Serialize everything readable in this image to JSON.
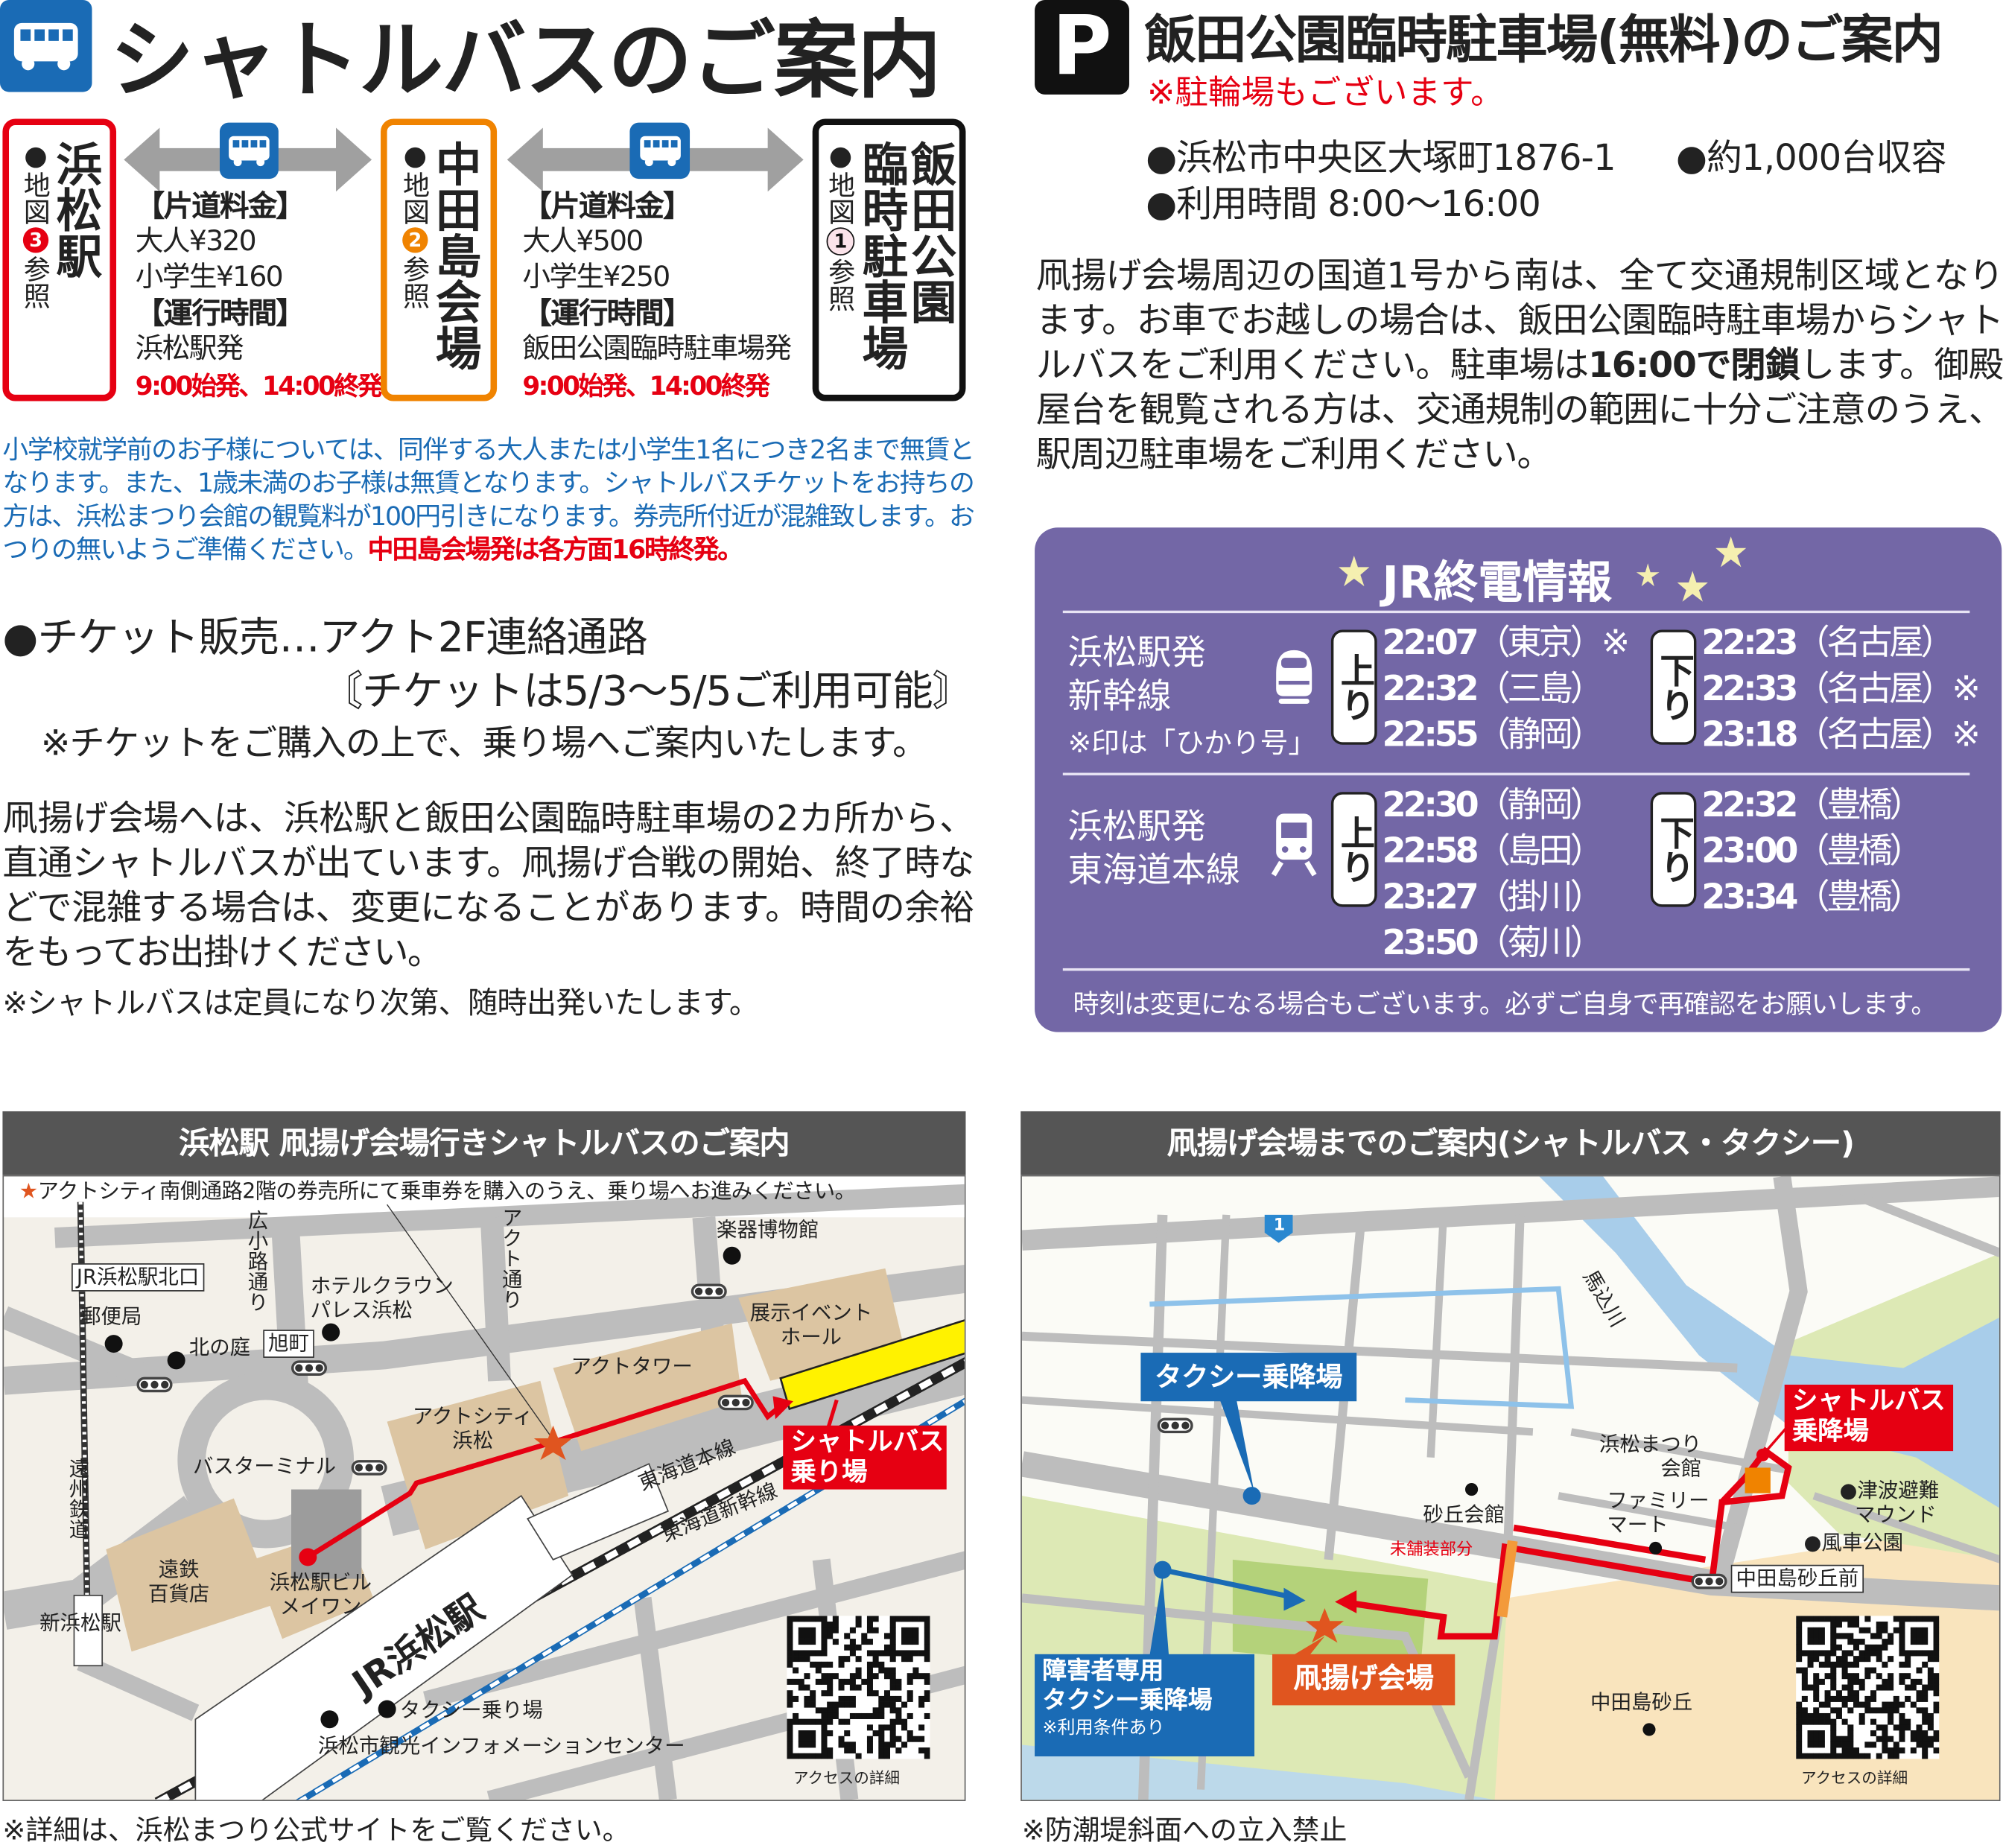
{
  "shuttle": {
    "title": "シャトルバスのご案内",
    "stations": [
      {
        "name": "浜松駅",
        "ref_pre": "地図",
        "ref_num": "3",
        "ref_post": "参照",
        "color": "#e60012"
      },
      {
        "name": "中田島会場",
        "ref_pre": "地図",
        "ref_num": "2",
        "ref_post": "参照",
        "color": "#f08300"
      },
      {
        "name_col1": "飯田公園",
        "name_col2": "臨時駐車場",
        "ref_pre": "地図",
        "ref_num": "1",
        "ref_post": "参照",
        "color": "#111111"
      }
    ],
    "routes": [
      {
        "fare_heading": "【片道料金】",
        "adult": "大人¥320",
        "child": "小学生¥160",
        "time_heading": "【運行時間】",
        "origin": "浜松駅発",
        "hours": "9:00始発、14:00終発"
      },
      {
        "fare_heading": "【片道料金】",
        "adult": "大人¥500",
        "child": "小学生¥250",
        "time_heading": "【運行時間】",
        "origin": "飯田公園臨時駐車場発",
        "hours": "9:00始発、14:00終発"
      }
    ],
    "notice_blue": "小学校就学前のお子様については、同伴する大人または小学生1名につき2名まで無賃となります。また、1歳未満のお子様は無賃となります。シャトルバスチケットをお持ちの方は、浜松まつり会館の観覧料が100円引きになります。券売所付近が混雑致します。おつりの無いようご準備ください。",
    "notice_red": "中田島会場発は各方面16時終発。",
    "ticket_line1": "●チケット販売…アクト2F連絡通路",
    "ticket_line2": "〘チケットは5/3〜5/5ご利用可能〙",
    "ticket_line3": "※チケットをご購入の上で、乗り場へご案内いたします。",
    "body": "凧揚げ会場へは、浜松駅と飯田公園臨時駐車場の2カ所から、直通シャトルバスが出ています。凧揚げ合戦の開始、終了時などで混雑する場合は、変更になることがあります。時間の余裕をもってお出掛けください。",
    "body_note": "※シャトルバスは定員になり次第、随時出発いたします。"
  },
  "parking": {
    "icon_letter": "P",
    "title": "飯田公園臨時駐車場(無料)のご案内",
    "subtitle": "※駐輪場もございます。",
    "address": "●浜松市中央区大塚町1876-1",
    "capacity": "●約1,000台収容",
    "hours": "●利用時間 8:00〜16:00",
    "body_pre": "凧揚げ会場周辺の国道1号から南は、全て交通規制区域となります。お車でお越しの場合は、飯田公園臨時駐車場からシャトルバスをご利用ください。駐車場は",
    "body_bold": "16:00で閉鎖",
    "body_post": "します。御殿屋台を観覧される方は、交通規制の範囲に十分ご注意のうえ、駅周辺駐車場をご利用ください。"
  },
  "jr": {
    "title": "JR終電情報",
    "bg_color": "#7367a6",
    "up_label": "上り",
    "down_label": "下り",
    "shinkansen": {
      "label1": "浜松駅発",
      "label2": "新幹線",
      "note": "※印は「ひかり号」",
      "up": [
        {
          "time": "22:07",
          "dest": "（東京）",
          "mark": "※"
        },
        {
          "time": "22:32",
          "dest": "（三島）",
          "mark": ""
        },
        {
          "time": "22:55",
          "dest": "（静岡）",
          "mark": ""
        }
      ],
      "down": [
        {
          "time": "22:23",
          "dest": "（名古屋）",
          "mark": ""
        },
        {
          "time": "22:33",
          "dest": "（名古屋）",
          "mark": "※"
        },
        {
          "time": "23:18",
          "dest": "（名古屋）",
          "mark": "※"
        }
      ]
    },
    "tokaido": {
      "label1": "浜松駅発",
      "label2": "東海道本線",
      "up": [
        {
          "time": "22:30",
          "dest": "（静岡）"
        },
        {
          "time": "22:58",
          "dest": "（島田）"
        },
        {
          "time": "23:27",
          "dest": "（掛川）"
        },
        {
          "time": "23:50",
          "dest": "（菊川）"
        }
      ],
      "down": [
        {
          "time": "22:32",
          "dest": "（豊橋）"
        },
        {
          "time": "23:00",
          "dest": "（豊橋）"
        },
        {
          "time": "23:34",
          "dest": "（豊橋）"
        }
      ]
    },
    "footer": "時刻は変更になる場合もございます。必ずご自身で再確認をお願いします。"
  },
  "map_station": {
    "title": "浜松駅 凧揚げ会場行きシャトルバスのご案内",
    "star_note": "アクトシティ南側通路2階の券売所にて乗車券を購入のうえ、乗り場へお進みください。",
    "labels": {
      "hirokoji": "広小路通り",
      "act_dori": "アクト通り",
      "museum": "楽器博物館",
      "north_exit": "JR浜松駅北口",
      "post": "郵便局",
      "hotel": "ホテルクラウン",
      "hotel2": "パレス浜松",
      "kitanoniwa": "北の庭",
      "asahicho": "旭町",
      "exhibit1": "展示イベント",
      "exhibit2": "ホール",
      "act_tower": "アクトタワー",
      "act_city1": "アクトシティ",
      "act_city2": "浜松",
      "bus_terminal": "バスターミナル",
      "enshu": "遠州鉄道",
      "entetsu1": "遠鉄",
      "entetsu2": "百貨店",
      "shin_hamamatsu": "新浜松駅",
      "meiwan1": "浜松駅ビル",
      "meiwan2": "メイワン",
      "jr_station": "JR浜松駅",
      "tokaido": "東海道本線",
      "shinkansen": "東海道新幹線",
      "shuttle1": "シャトルバス",
      "shuttle2": "乗り場",
      "taxi": "タクシー乗り場",
      "info": "浜松市観光インフォメーションセンター",
      "qr_caption": "アクセスの詳細"
    },
    "footer": "※詳細は、浜松まつり公式サイトをご覧ください。"
  },
  "map_venue": {
    "title": "凧揚げ会場までのご案内(シャトルバス・タクシー)",
    "labels": {
      "route1": "1",
      "river": "馬込川",
      "taxi": "タクシー乗降場",
      "festival_hall1": "浜松まつり",
      "festival_hall2": "会館",
      "sakyu_hall": "砂丘会館",
      "familymart1": "ファミリー",
      "familymart2": "マート",
      "unpaved": "未舗装部分",
      "shuttle1": "シャトルバス",
      "shuttle2": "乗降場",
      "tsunami1": "津波避難",
      "tsunami2": "マウンド",
      "windmill": "風車公園",
      "bus_stop": "中田島砂丘前",
      "venue": "凧揚げ会場",
      "accessible1": "障害者専用",
      "accessible2": "タクシー乗降場",
      "accessible_note": "※利用条件あり",
      "dunes": "中田島砂丘",
      "qr_caption": "アクセスの詳細"
    },
    "footer": "※防潮堤斜面への立入禁止"
  }
}
